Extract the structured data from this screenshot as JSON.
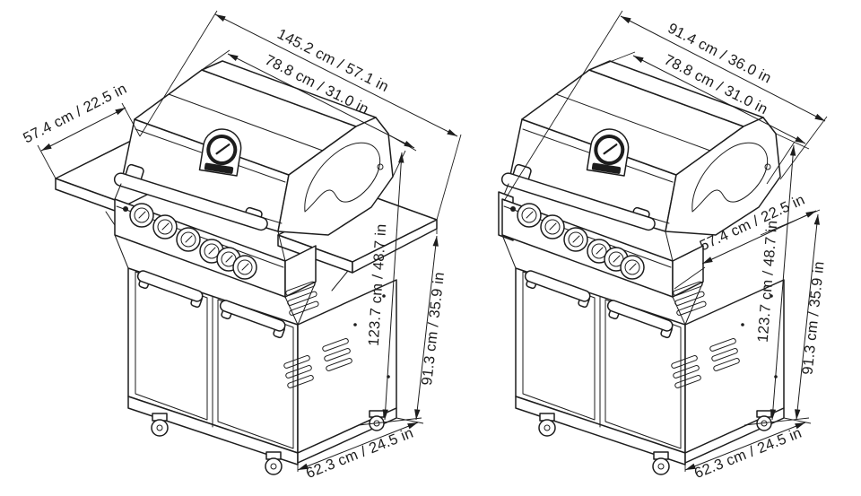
{
  "page": {
    "background_color": "#ffffff",
    "line_color": "#1d1d1d",
    "text_color": "#1c1c1c"
  },
  "diagram": {
    "type": "isometric-dimension-drawing",
    "subject": "six-burner gas grill on cart, shown with and without side shelves",
    "views": [
      {
        "name": "left-view-with-side-shelves",
        "dimensions": {
          "overall_width": "145.2 cm / 57.1 in",
          "hood_width": "78.8 cm / 31.0 in",
          "shelf_depth": "57.4 cm / 22.5 in",
          "overall_height": "123.7 cm / 48.7 in",
          "working_height": "91.3 cm / 35.9 in",
          "cart_depth": "62.3 cm / 24.5 in"
        }
      },
      {
        "name": "right-view-without-side-shelves",
        "dimensions": {
          "overall_width": "91.4 cm / 36.0 in",
          "hood_width": "78.8 cm / 31.0 in",
          "shelf_depth": "57.4 cm / 22.5 in",
          "overall_height": "123.7 cm / 48.7 in",
          "working_height": "91.3 cm / 35.9 in",
          "cart_depth": "62.3 cm / 24.5 in"
        }
      }
    ]
  }
}
